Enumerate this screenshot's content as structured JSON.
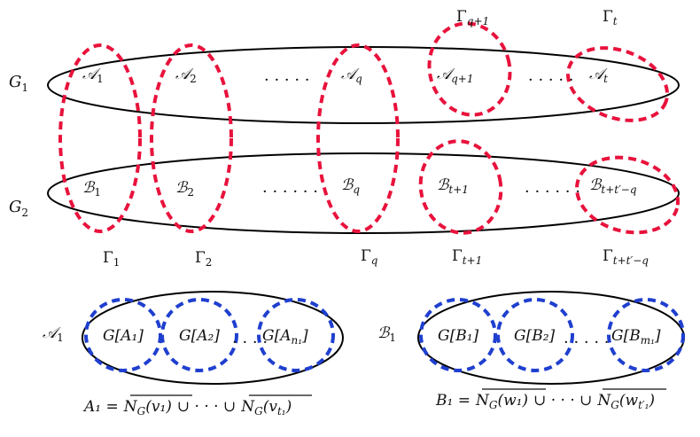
{
  "colors": {
    "red": "#e8123c",
    "blue": "#1f3fcf",
    "black": "#000000"
  },
  "graphs": {
    "g1": "G",
    "g1_sub": "1",
    "g2": "G",
    "g2_sub": "2"
  },
  "top_row": {
    "a1": "𝒜",
    "a1_sub": "1",
    "a2": "𝒜",
    "a2_sub": "2",
    "dots": "· · · · ·",
    "aq": "𝒜",
    "aq_sub": "q",
    "aq1": "𝒜",
    "aq1_sub": "q+1",
    "dots2": "· · · · ·",
    "at": "𝒜",
    "at_sub": "t"
  },
  "bottom_row": {
    "b1": "ℬ",
    "b1_sub": "1",
    "b2": "ℬ",
    "b2_sub": "2",
    "dots": "· · · · · ·",
    "bq": "ℬ",
    "bq_sub": "q",
    "bt1": "ℬ",
    "bt1_sub": "t+1",
    "dots2": "· · · · · ·",
    "btq": "ℬ",
    "btq_sub": "t+t′−q"
  },
  "gammas": {
    "gq1": "Γ",
    "gq1_sub": "q+1",
    "gt": "Γ",
    "gt_sub": "t",
    "g1": "Γ",
    "g1_sub": "1",
    "g2": "Γ",
    "g2_sub": "2",
    "gq": "Γ",
    "gq_sub": "q",
    "gt1": "Γ",
    "gt1_sub": "t+1",
    "gtq": "Γ",
    "gtq_sub": "t+t′−q"
  },
  "detail_a": {
    "title": "𝒜",
    "title_sub": "1",
    "c1": "G[A₁]",
    "c2": "G[A₂]",
    "dots": "· · · ·",
    "c3_main": "G[A",
    "c3_sub": "n₁",
    "c3_end": "]",
    "formula_lhs": "A₁ =",
    "formula_t1": "N",
    "formula_t1_sub": "G",
    "formula_t1_arg": "(v₁)",
    "formula_mid": "∪ · · · ∪",
    "formula_t2": "N",
    "formula_t2_sub": "G",
    "formula_t2_arg": "(v",
    "formula_t2_argsub": "t₁",
    "formula_t2_end": ")"
  },
  "detail_b": {
    "title": "ℬ",
    "title_sub": "1",
    "c1": "G[B₁]",
    "c2": "G[B₂]",
    "dots": "· · · · ·",
    "c3_main": "G[B",
    "c3_sub": "m₁",
    "c3_end": "]",
    "formula_lhs": "B₁ =",
    "formula_t1": "N",
    "formula_t1_sub": "G",
    "formula_t1_arg": "(w₁)",
    "formula_mid": "∪ · · · ∪",
    "formula_t2": "N",
    "formula_t2_sub": "G",
    "formula_t2_arg": "(w",
    "formula_t2_argsub": "t′₁",
    "formula_t2_end": ")"
  }
}
